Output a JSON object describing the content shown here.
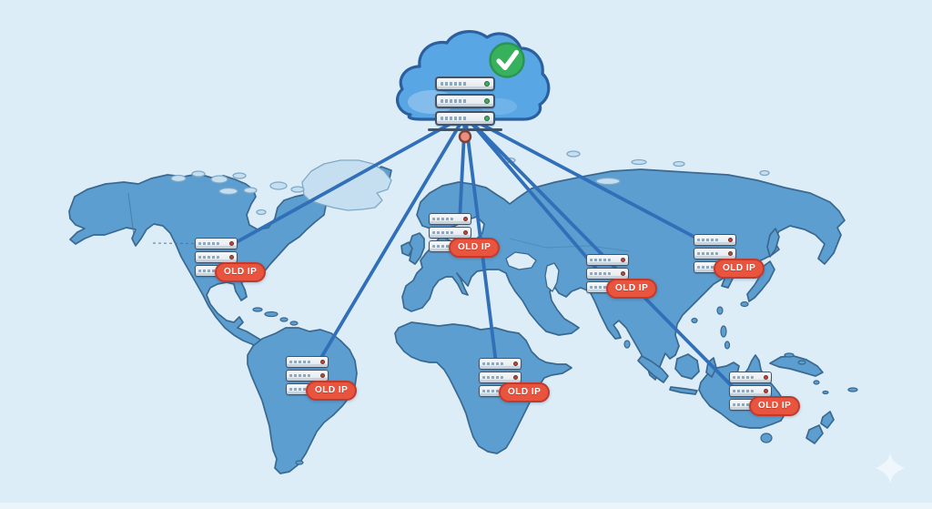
{
  "badge_label": "OLD IP",
  "hub": {
    "name": "cloud-server-hub",
    "status_icon": "check-circle-icon",
    "server_rows": 3,
    "led": "green"
  },
  "locations": [
    {
      "id": "north-america",
      "badge": "OLD IP"
    },
    {
      "id": "south-america",
      "badge": "OLD IP"
    },
    {
      "id": "europe",
      "badge": "OLD IP"
    },
    {
      "id": "africa",
      "badge": "OLD IP"
    },
    {
      "id": "central-asia",
      "badge": "OLD IP"
    },
    {
      "id": "east-asia",
      "badge": "OLD IP"
    },
    {
      "id": "australia",
      "badge": "OLD IP"
    }
  ],
  "connections": 7,
  "colors": {
    "ocean": "#dcedf8",
    "land": "#5c9ecf",
    "land_light": "#c6dff0",
    "outline": "#3a688f",
    "connection": "#3170b8",
    "cloud": "#58a6e4",
    "cloud_outline": "#2b5f9e",
    "badge_bg": "#e9543e",
    "badge_border": "#c13a2c",
    "badge_text": "#ffffff",
    "led_green": "#43ab5d",
    "led_red": "#c94038",
    "check_green": "#37b15c",
    "node": "#ef8d7c"
  }
}
